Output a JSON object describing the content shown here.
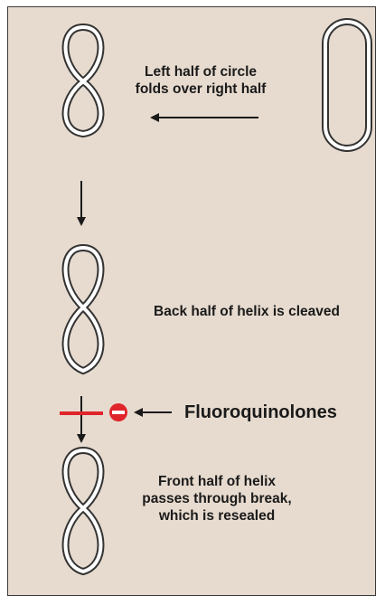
{
  "labels": {
    "step1": "Left half of circle\nfolds over right half",
    "step2": "Back half of helix is cleaved",
    "drug": "Fluoroquinolones",
    "step3": "Front half of helix\npasses through break,\nwhich is resealed"
  },
  "colors": {
    "background": "#e7dbcf",
    "inhibit": "#e0242b",
    "ink": "#1a1a1a"
  },
  "icons": {
    "inhibit": "minus-circle-icon"
  }
}
